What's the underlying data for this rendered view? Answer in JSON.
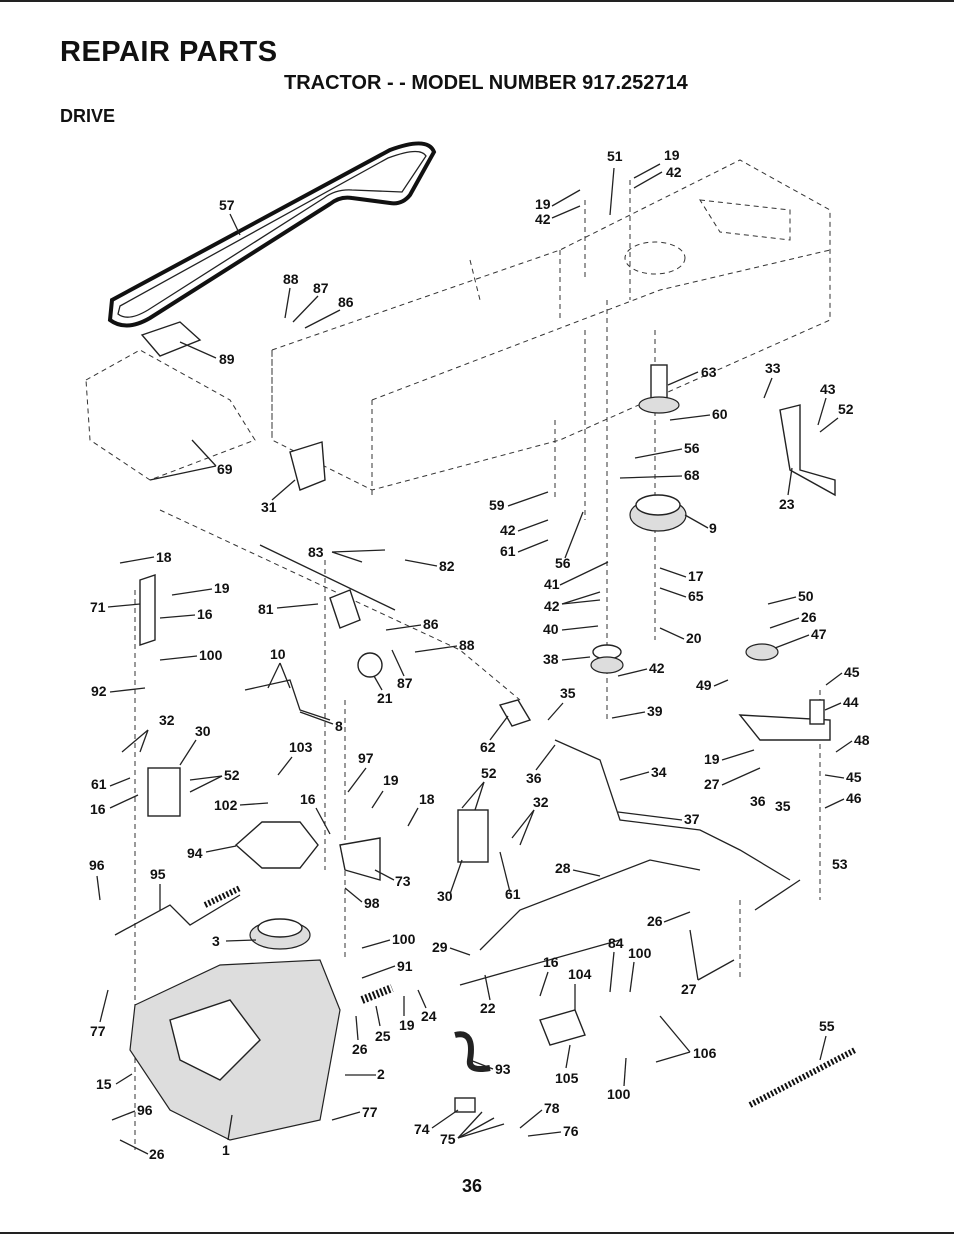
{
  "header": {
    "title": "REPAIR PARTS",
    "subtitle": "TRACTOR - - MODEL NUMBER 917.252714",
    "section": "DRIVE"
  },
  "footer": {
    "page_number": "36"
  },
  "callouts": [
    "57",
    "88",
    "87",
    "86",
    "89",
    "69",
    "31",
    "51",
    "19",
    "42",
    "19",
    "42",
    "63",
    "60",
    "56",
    "68",
    "9",
    "59",
    "42",
    "61",
    "56",
    "33",
    "43",
    "52",
    "23",
    "18",
    "19",
    "71",
    "16",
    "100",
    "92",
    "83",
    "82",
    "81",
    "86",
    "88",
    "87",
    "21",
    "10",
    "8",
    "41",
    "42",
    "17",
    "65",
    "40",
    "20",
    "38",
    "42",
    "39",
    "50",
    "26",
    "47",
    "45",
    "44",
    "49",
    "48",
    "35",
    "62",
    "36",
    "34",
    "19",
    "27",
    "45",
    "46",
    "32",
    "30",
    "52",
    "61",
    "16",
    "103",
    "102",
    "97",
    "19",
    "16",
    "18",
    "94",
    "73",
    "98",
    "52",
    "32",
    "30",
    "61",
    "36",
    "35",
    "37",
    "53",
    "96",
    "95",
    "28",
    "26",
    "3",
    "100",
    "91",
    "29",
    "16",
    "104",
    "84",
    "100",
    "22",
    "27",
    "77",
    "25",
    "19",
    "24",
    "26",
    "93",
    "2",
    "105",
    "106",
    "100",
    "55",
    "15",
    "96",
    "77",
    "26",
    "1",
    "74",
    "75",
    "78",
    "76"
  ]
}
